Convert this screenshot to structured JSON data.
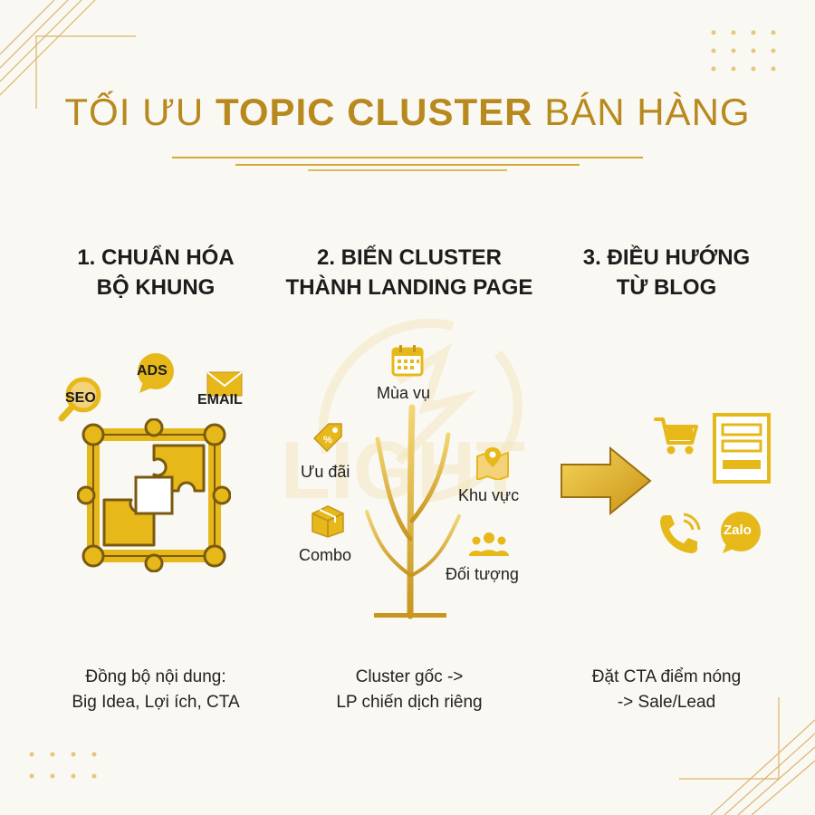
{
  "header": {
    "title_prefix": "TỐI ƯU ",
    "title_bold": "TOPIC CLUSTER",
    "title_suffix": " BÁN HÀNG"
  },
  "columns": [
    {
      "heading_line1": "1. CHUẨN HÓA",
      "heading_line2": "BỘ KHUNG",
      "desc_line1": "Đồng bộ nội dung:",
      "desc_line2": "Big Idea, Lợi ích, CTA",
      "icons": {
        "ads": "ADS",
        "seo": "SEO",
        "email": "EMAIL"
      }
    },
    {
      "heading_line1": "2. BIẾN CLUSTER",
      "heading_line2": "THÀNH LANDING PAGE",
      "desc_line1": "Cluster gốc ->",
      "desc_line2": "LP chiến dịch riêng",
      "branches": {
        "season": "Mùa vụ",
        "offer": "Ưu đãi",
        "region": "Khu vực",
        "combo": "Combo",
        "audience": "Đối tượng"
      }
    },
    {
      "heading_line1": "3. ĐIỀU HƯỚNG",
      "heading_line2": "TỪ BLOG",
      "desc_line1": "Đặt CTA điểm nóng",
      "desc_line2": "-> Sale/Lead",
      "icons": {
        "zalo": "Zalo"
      }
    }
  ],
  "colors": {
    "gold": "#e6b81a",
    "gold_dark": "#b8891e",
    "background": "#faf8f3"
  }
}
